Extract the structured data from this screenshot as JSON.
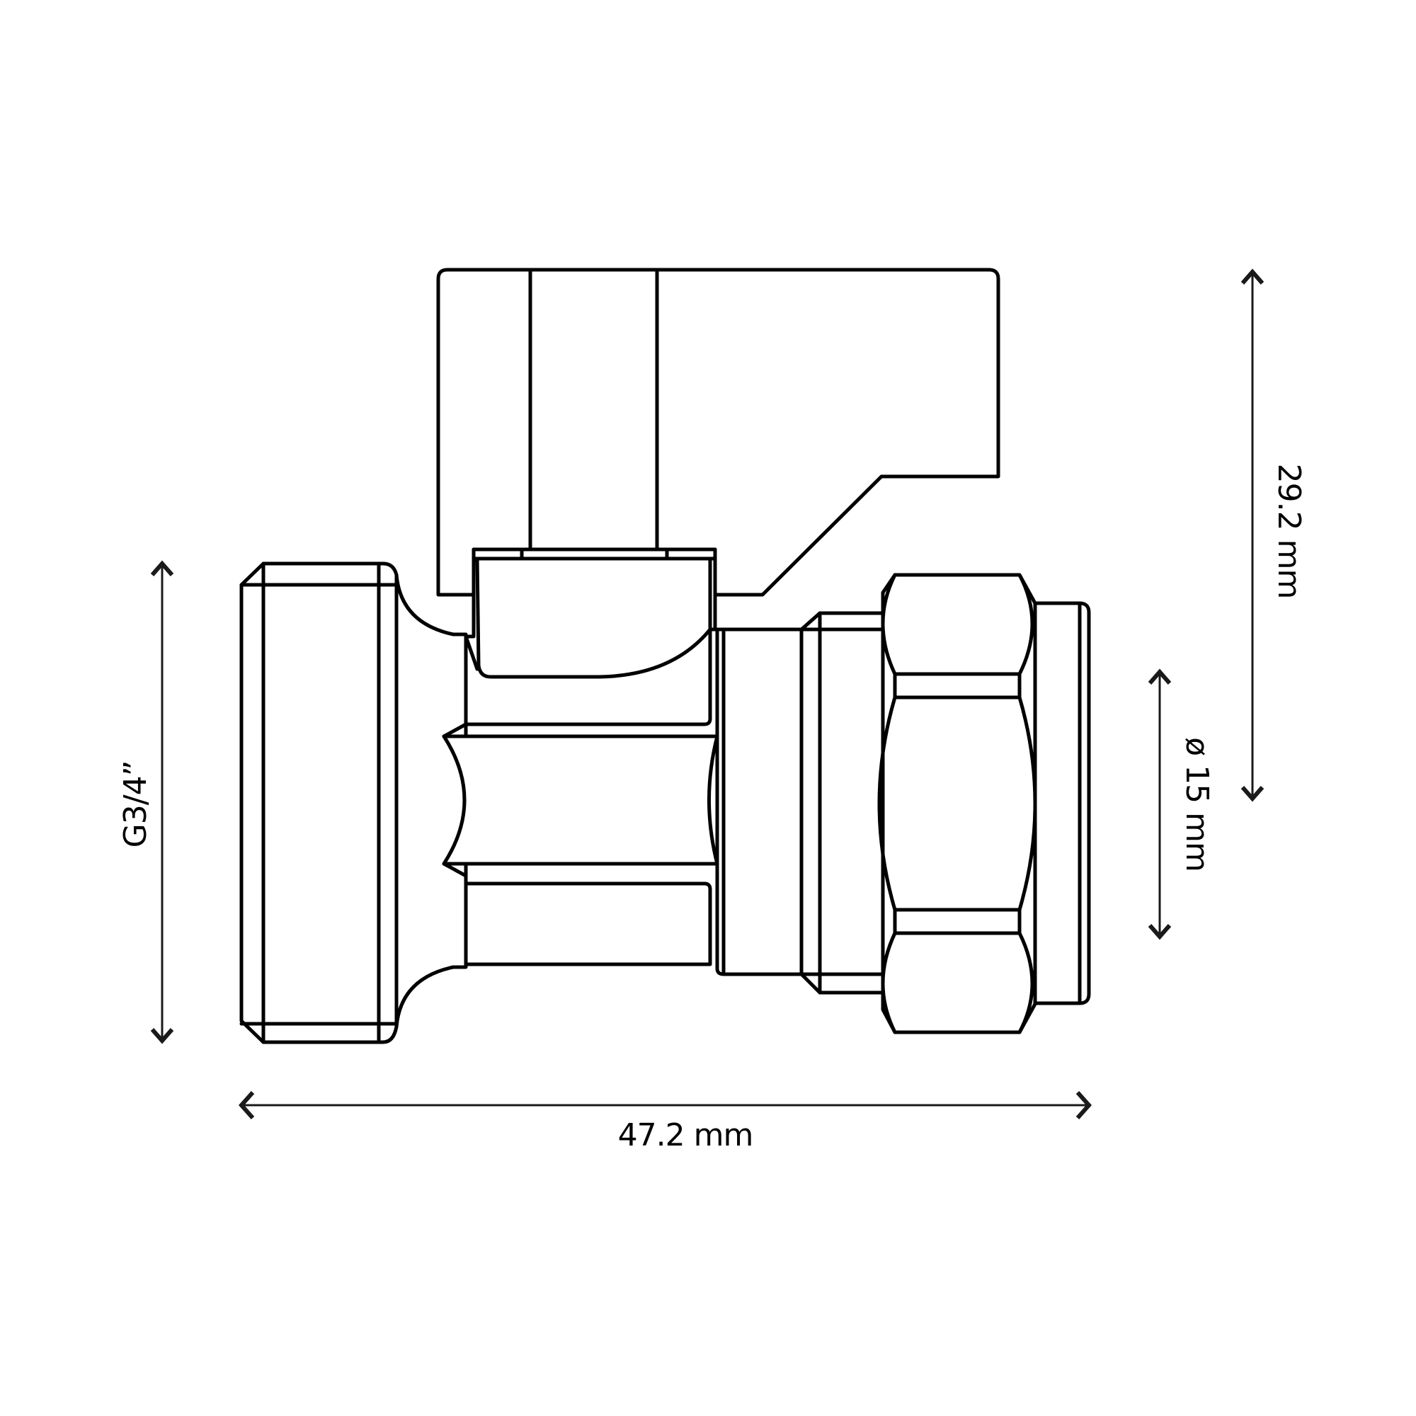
{
  "drawing": {
    "subject": "Ball valve with handle, G3/4 threaded inlet and 15 mm compression outlet (side view line drawing)",
    "line_color": "#000000",
    "background": "#ffffff"
  },
  "dimensions": {
    "overall_length": {
      "label": "47.2 mm",
      "orientation": "horizontal"
    },
    "overall_height": {
      "label": "29.2 mm",
      "orientation": "vertical"
    },
    "pipe_diameter": {
      "label": "ø 15 mm",
      "orientation": "vertical"
    },
    "thread_size": {
      "label": "G3/4”",
      "orientation": "vertical"
    }
  }
}
